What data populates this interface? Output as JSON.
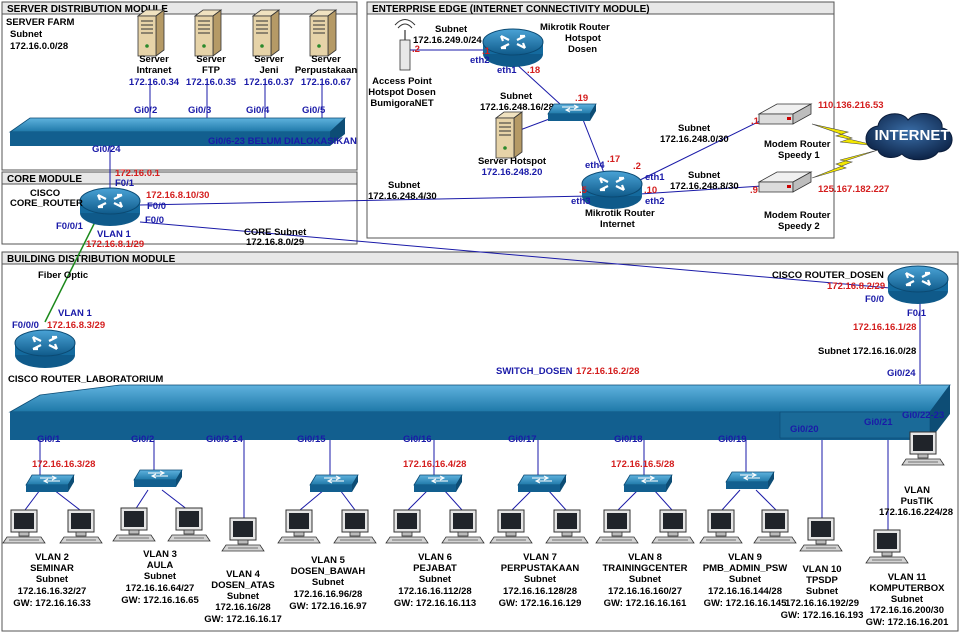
{
  "modules": {
    "server": {
      "title": "SERVER DISTRIBUTION MODULE",
      "farm_label": "SERVER FARM",
      "farm_subnet_label": "Subnet",
      "farm_subnet": "172.16.0.0/28"
    },
    "edge": {
      "title": "ENTERPRISE EDGE (INTERNET CONNECTIVITY MODULE)"
    },
    "core": {
      "title": "CORE MODULE"
    },
    "building": {
      "title": "BUILDING DISTRIBUTION MODULE"
    }
  },
  "servers": [
    {
      "role": "Server",
      "name": "Intranet",
      "ip": "172.16.0.34",
      "port": "Gi0/2"
    },
    {
      "role": "Server",
      "name": "FTP",
      "ip": "172.16.0.35",
      "port": "Gi0/3"
    },
    {
      "role": "Server",
      "name": "Jeni",
      "ip": "172.16.0.37",
      "port": "Gi0/4"
    },
    {
      "role": "Server",
      "name": "Perpustakaan",
      "ip": "172.16.0.67",
      "port": "Gi0/5"
    }
  ],
  "server_switch": {
    "uplink_port": "Gi0/24",
    "unallocated": "Gi0/6-23 BELUM DIALOKASIKAN"
  },
  "core_router": {
    "name_line1": "CISCO",
    "name_line2": "CORE_ROUTER",
    "f01": "F0/1",
    "f01_ip": "172.16.0.1",
    "f00_upper": "F0/0",
    "f00_upper_ip": "172.16.8.10/30",
    "f00_lower": "F0/0",
    "f001": "F0/0/1",
    "vlan": "VLAN 1",
    "vlan_ip": "172.16.8.1/29"
  },
  "edge": {
    "ap": {
      "line1": "Access Point",
      "line2": "Hotspot Dosen",
      "line3": "BumigoraNET",
      "ip_suffix": ".2"
    },
    "hotspot_router": {
      "line1": "Mikrotik Router",
      "line2": "Hotspot",
      "line3": "Dosen",
      "eth2": "eth2",
      "eth2_ip": ".1",
      "eth1": "eth1",
      "eth1_ip": ".18"
    },
    "subnet_ap_label": "Subnet",
    "subnet_ap": "172.16.249.0/24",
    "subnet_srv_label": "Subnet",
    "subnet_srv": "172.16.248.16/28",
    "switch_ip": ".19",
    "hotspot_server": {
      "name": "Server Hotspot",
      "ip": "172.16.248.20"
    },
    "internet_router": {
      "line1": "Mikrotik Router",
      "line2": "Internet",
      "eth4": "eth4",
      "eth4_ip": ".17",
      "eth1": "eth1",
      "eth1_ip": ".2",
      "eth2": "eth2",
      "eth2_ip": ".10",
      "eth3": "eth3",
      "eth3_ip": ".5"
    },
    "subnet_m1_label": "Subnet",
    "subnet_m1": "172.16.248.0/30",
    "subnet_m2_label": "Subnet",
    "subnet_m2": "172.16.248.8/30",
    "modem1": {
      "line1": "Modem Router",
      "line2": "Speedy 1",
      "lan_ip": ".1",
      "wan_ip": "110.136.216.53"
    },
    "modem2": {
      "line1": "Modem Router",
      "line2": "Speedy 2",
      "lan_ip": ".9",
      "wan_ip": "125.167.182.227"
    },
    "internet": "INTERNET"
  },
  "core_links": {
    "edge_subnet_label": "Subnet",
    "edge_subnet": "172.16.248.4/30",
    "core_subnet_label": "CORE Subnet",
    "core_subnet": "172.16.8.0/29"
  },
  "lab_router": {
    "name": "CISCO ROUTER_LABORATORIUM",
    "link": "Fiber Optic",
    "vlan": "VLAN 1",
    "port": "F0/0/0",
    "ip": "172.16.8.3/29"
  },
  "dosen_router": {
    "name": "CISCO ROUTER_DOSEN",
    "ip": "172.16.8.2/29",
    "f00": "F0/0",
    "f01": "F0/1",
    "f01_ip": "172.16.16.1/28",
    "subnet": "Subnet 172.16.16.0/28"
  },
  "switch_dosen": {
    "name": "SWITCH_DOSEN",
    "ip": "172.16.16.2/28",
    "uplink": "Gi0/24",
    "free_ports": "Gi0/22-23"
  },
  "vlans": [
    {
      "port": "Gi0/1",
      "sw_ip": "172.16.16.3/28",
      "name": "VLAN 2",
      "desc": "SEMINAR",
      "sub": "Subnet",
      "net": "172.16.16.32/27",
      "gw": "GW: 172.16.16.33"
    },
    {
      "port": "Gi0/2",
      "sw_ip": "",
      "name": "VLAN 3",
      "desc": "AULA",
      "sub": "Subnet",
      "net": "172.16.16.64/27",
      "gw": "GW: 172.16.16.65"
    },
    {
      "port": "Gi0/3-14",
      "sw_ip": "",
      "name": "VLAN 4",
      "desc": "DOSEN_ATAS",
      "sub": "Subnet",
      "net": "172.16.16/28",
      "gw": "GW: 172.16.16.17"
    },
    {
      "port": "Gi0/15",
      "sw_ip": "",
      "name": "VLAN 5",
      "desc": "DOSEN_BAWAH",
      "sub": "Subnet",
      "net": "172.16.16.96/28",
      "gw": "GW: 172.16.16.97"
    },
    {
      "port": "Gi0/16",
      "sw_ip": "172.16.16.4/28",
      "name": "VLAN 6",
      "desc": "PEJABAT",
      "sub": "Subnet",
      "net": "172.16.16.112/28",
      "gw": "GW: 172.16.16.113"
    },
    {
      "port": "Gi0/17",
      "sw_ip": "",
      "name": "VLAN 7",
      "desc": "PERPUSTAKAAN",
      "sub": "Subnet",
      "net": "172.16.16.128/28",
      "gw": "GW: 172.16.16.129"
    },
    {
      "port": "Gi0/18",
      "sw_ip": "172.16.16.5/28",
      "name": "VLAN 8",
      "desc": "TRAININGCENTER",
      "sub": "Subnet",
      "net": "172.16.16.160/27",
      "gw": "GW: 172.16.16.161"
    },
    {
      "port": "Gi0/19",
      "sw_ip": "",
      "name": "VLAN 9",
      "desc": "PMB_ADMIN_PSW",
      "sub": "Subnet",
      "net": "172.16.16.144/28",
      "gw": "GW: 172.16.16.145"
    },
    {
      "port": "Gi0/20",
      "sw_ip": "",
      "name": "VLAN 10",
      "desc": "TPSDP",
      "sub": "Subnet",
      "net": "172.16.16.192/29",
      "gw": "GW: 172.16.16.193"
    },
    {
      "port": "Gi0/21",
      "sw_ip": "",
      "name": "VLAN 11",
      "desc": "KOMPUTERBOX",
      "sub": "Subnet",
      "net": "172.16.16.200/30",
      "gw": "GW: 172.16.16.201"
    }
  ],
  "pustik": {
    "line1": "VLAN",
    "line2": "PusTIK",
    "net": "172.16.16.224/28"
  },
  "colors": {
    "switch": "#1b6f9c",
    "switch_light": "#3b96c4",
    "router": "#1a7ab3",
    "red_text": "#d41e1e",
    "blue_text": "#1a1aa8",
    "fiber": "#1c8a1c",
    "internet": "#1a3a6b",
    "bolt": "#f2e600"
  }
}
